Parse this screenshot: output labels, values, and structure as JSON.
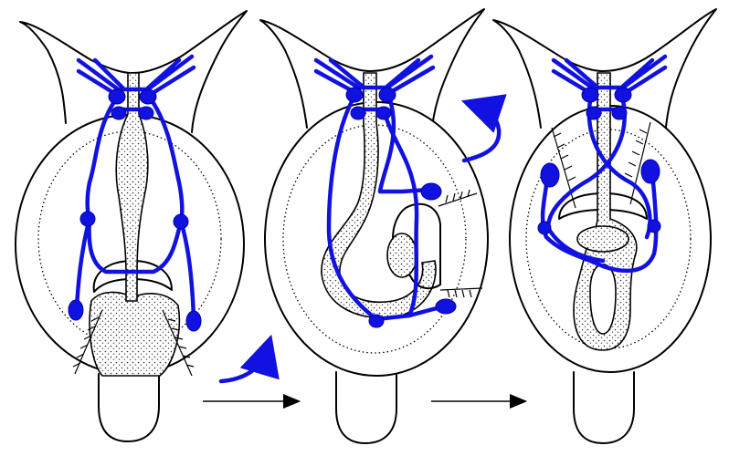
{
  "figure": {
    "panels": [
      "untwisted-stage",
      "torsion-in-progress",
      "torsion-complete"
    ],
    "colors": {
      "nervous_system": "#1212e0",
      "outline": "#000000",
      "background": "#ffffff"
    },
    "icons": [
      "curved-rotation-arrow-icon",
      "right-arrow-icon"
    ]
  }
}
